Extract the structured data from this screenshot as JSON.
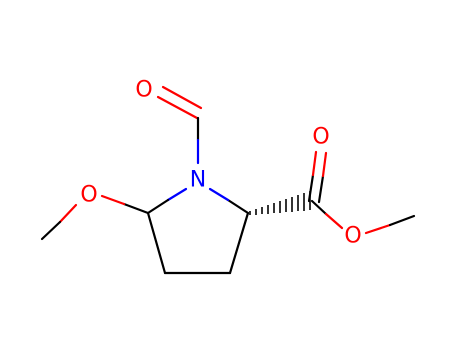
{
  "molecule": {
    "atoms": [
      {
        "id": "O1",
        "label": "O",
        "color": "#ff0000"
      },
      {
        "id": "N1",
        "label": "N",
        "color": "#0000ff"
      },
      {
        "id": "O2",
        "label": "O",
        "color": "#ff0000"
      },
      {
        "id": "O3",
        "label": "O",
        "color": "#ff0000"
      },
      {
        "id": "O4",
        "label": "O",
        "color": "#ff0000"
      }
    ],
    "colors": {
      "carbon_bond": "#000000",
      "oxygen": "#ff0000",
      "nitrogen": "#0000ff"
    }
  }
}
